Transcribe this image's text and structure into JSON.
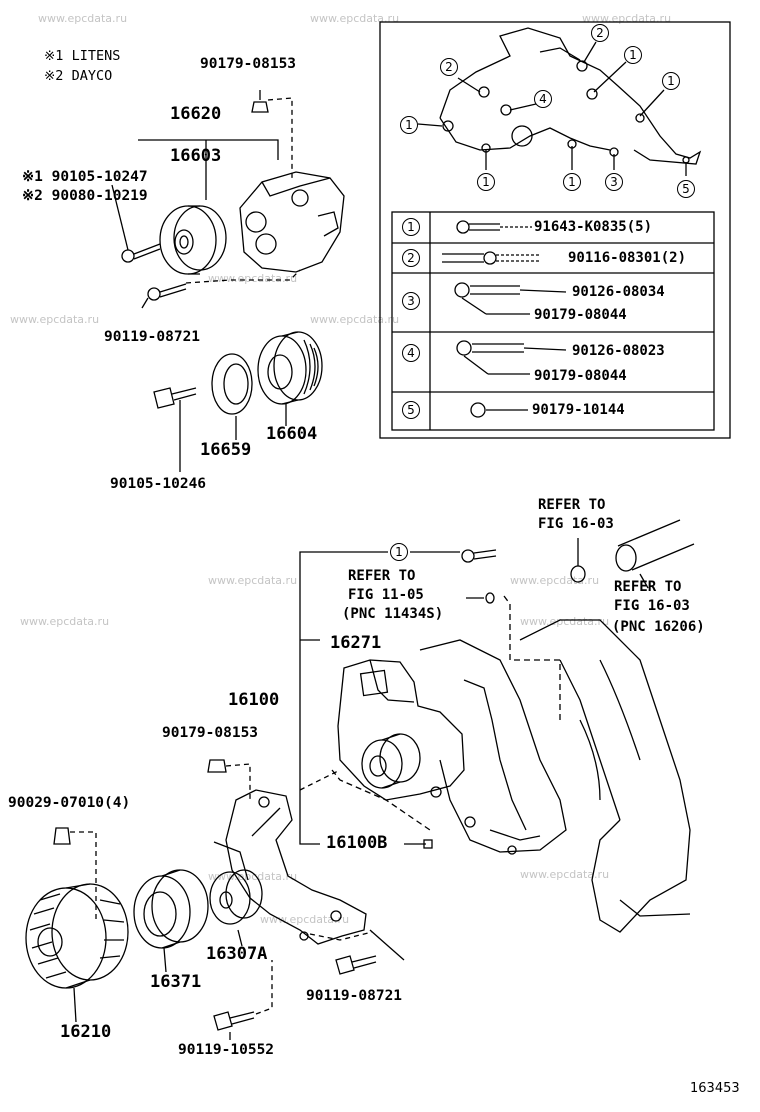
{
  "watermark": "www.epcdata.ru",
  "notes": {
    "note1": "※1 LITENS",
    "note2": "※2 DAYCO"
  },
  "labels": {
    "p90179_08153_top": "90179-08153",
    "p16620": "16620",
    "p16603": "16603",
    "p90105_10247": "※1 90105-10247",
    "p90080_10219": "※2 90080-10219",
    "p90119_08721_top": "90119-08721",
    "p16659": "16659",
    "p16604": "16604",
    "p90105_10246": "90105-10246",
    "refer1_line1": "REFER TO",
    "refer1_line2": "FIG 16-03",
    "refer2_line1": "REFER TO",
    "refer2_line2": "FIG 11-05",
    "refer2_line3": "(PNC 11434S)",
    "refer3_line1": "REFER TO",
    "refer3_line2": "FIG 16-03",
    "refer3_line3": "(PNC 16206)",
    "p16271": "16271",
    "p16100": "16100",
    "p90179_08153_mid": "90179-08153",
    "p90029_07010": "90029-07010(4)",
    "p16100B": "16100B",
    "p16307A": "16307A",
    "p16371": "16371",
    "p16210": "16210",
    "p90119_08721_bot": "90119-08721",
    "p90119_10552": "90119-10552",
    "circle1_main": "1",
    "figure_id": "163453"
  },
  "inset": {
    "callouts": [
      "1",
      "2",
      "3",
      "4",
      "5"
    ],
    "rows": [
      {
        "id": "1",
        "parts": [
          "91643-K0835(5)"
        ]
      },
      {
        "id": "2",
        "parts": [
          "90116-08301(2)"
        ]
      },
      {
        "id": "3",
        "parts": [
          "90126-08034",
          "90179-08044"
        ]
      },
      {
        "id": "4",
        "parts": [
          "90126-08023",
          "90179-08044"
        ]
      },
      {
        "id": "5",
        "parts": [
          "90179-10144"
        ]
      }
    ]
  }
}
